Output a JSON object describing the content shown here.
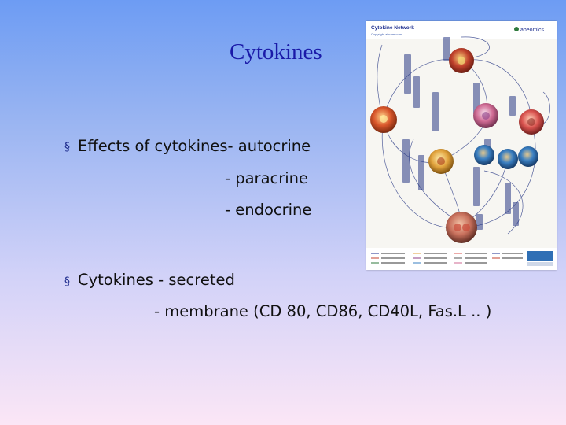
{
  "slide": {
    "title": "Cytokines",
    "bullets": [
      {
        "marker": "§",
        "lines": [
          "Effects of cytokines- autocrine",
          "- paracrine",
          "- endocrine"
        ]
      },
      {
        "marker": "§",
        "lines": [
          "Cytokines - secreted",
          "- membrane (CD 80, CD86, CD40L, Fas.L .. )"
        ]
      }
    ]
  },
  "figure": {
    "header_title": "Cytokine Network",
    "header_subtitle": "Copyright abcam.com",
    "brand": "abeomics",
    "colors": {
      "top_cell": "#c0412c",
      "left_cell": "#d8552a",
      "center_cell": "#e1a23c",
      "right_cell_1": "#cf6a93",
      "right_cell_2": "#d9534f",
      "right_cell_3": "#3a7fc2",
      "bottom_cell": "#c8705c",
      "accent": "#1d2f8f"
    }
  }
}
